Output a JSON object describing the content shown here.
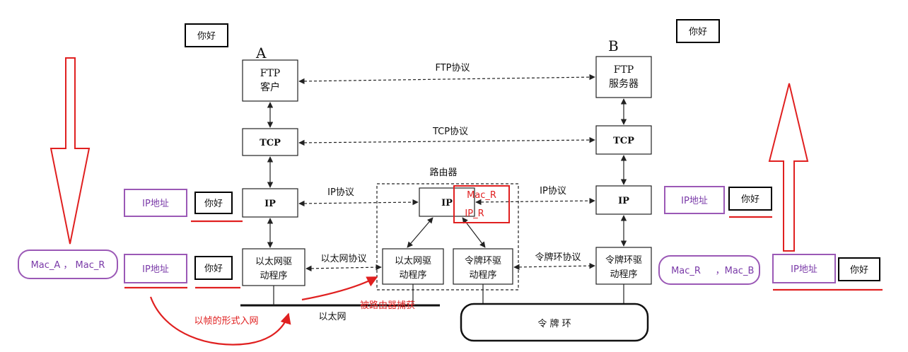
{
  "labels": {
    "greeting": "你好",
    "host_a": "A",
    "host_b": "B",
    "router": "路由器",
    "ethernet": "以太网",
    "token_ring": "令 牌 环"
  },
  "host_a": {
    "ftp_line1": "FTP",
    "ftp_line2": "客户",
    "tcp": "TCP",
    "ip": "IP",
    "driver_line1": "以太网驱",
    "driver_line2": "动程序"
  },
  "host_b": {
    "ftp_line1": "FTP",
    "ftp_line2": "服务器",
    "tcp": "TCP",
    "ip": "IP",
    "driver_line1": "令牌环驱",
    "driver_line2": "动程序"
  },
  "router_box": {
    "ip": "IP",
    "eth_line1": "以太网驱",
    "eth_line2": "动程序",
    "tr_line1": "令牌环驱",
    "tr_line2": "动程序"
  },
  "protocols": {
    "ftp": "FTP协议",
    "tcp": "TCP协议",
    "ip_left": "IP协议",
    "ip_right": "IP协议",
    "ethernet": "以太网协议",
    "token_ring": "令牌环协议"
  },
  "annotations": {
    "ip_address": "IP地址",
    "mac_left": "Mac_A ， Mac_R",
    "mac_right_a": "Mac_R",
    "mac_right_b": "，Mac_B",
    "router_mac": "Mac_R",
    "router_ip": "IP_R",
    "frame_in": "以帧的形式入网",
    "captured": "被路由器捕获"
  },
  "colors": {
    "annotation_red": "#e02020",
    "annotation_purple": "#9b59b6"
  }
}
